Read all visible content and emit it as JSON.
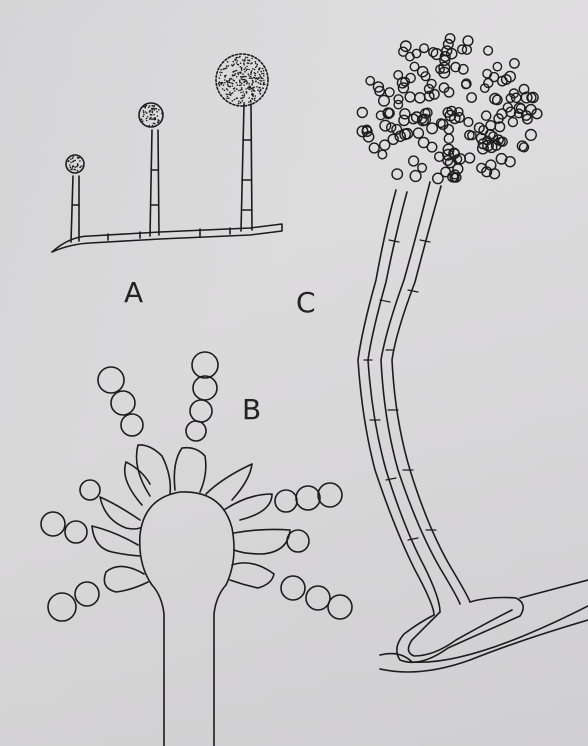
{
  "figure": {
    "panels": [
      {
        "id": "A",
        "label": "A",
        "subject": "conidiophores-at-three-stages-on-hypha"
      },
      {
        "id": "B",
        "label": "B",
        "subject": "vesicle-with-phialides-and-conidia-chains"
      },
      {
        "id": "C",
        "label": "C",
        "subject": "mature-conidiophore-with-radiate-head"
      }
    ],
    "ink_color": "#1c1c1c",
    "paper_color": "#d9d8d9"
  }
}
